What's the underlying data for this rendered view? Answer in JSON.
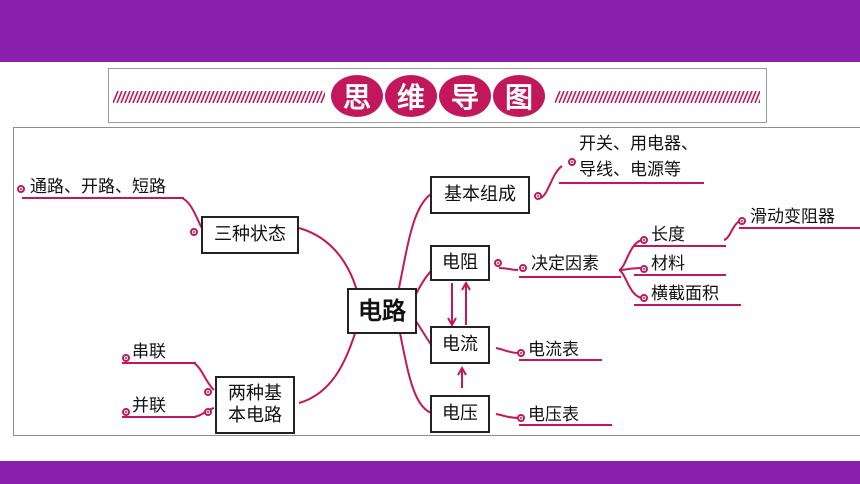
{
  "colors": {
    "bar": "#8b1fae",
    "accent": "#c2185b",
    "hatch": "#c2185b",
    "text": "#111111"
  },
  "header": {
    "title_chars": [
      "思",
      "维",
      "导",
      "图"
    ]
  },
  "mindmap": {
    "center": "电路",
    "state_node": "三种状态",
    "state_items": "通路、开路、短路",
    "circuit_node": "两种基本电路",
    "circuit_items": [
      "串联",
      "并联"
    ],
    "composition_node": "基本组成",
    "composition_items": [
      "开关、用电器、",
      "导线、电源等"
    ],
    "resistance_node": "电阻",
    "resistance_factor": "决定因素",
    "factors": [
      "长度",
      "材料",
      "横截面积"
    ],
    "rheostat": "滑动变阻器",
    "current_node": "电流",
    "ammeter": "电流表",
    "voltage_node": "电压",
    "voltmeter": "电压表"
  }
}
